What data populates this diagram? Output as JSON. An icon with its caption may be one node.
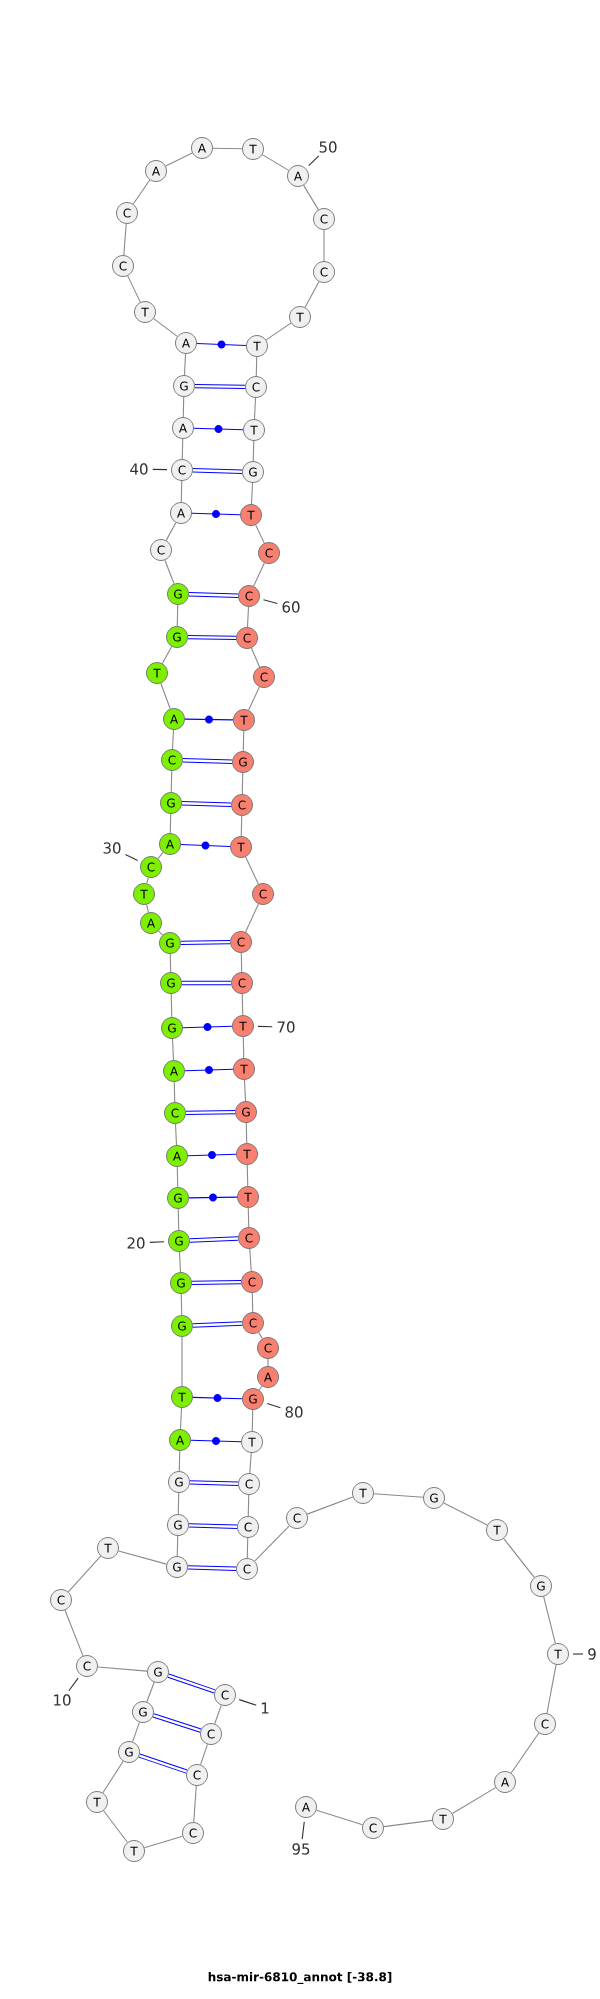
{
  "diagram": {
    "caption": "hsa-mir-6810_annot [-38.8]",
    "nodes": [
      {
        "text": [
          "C"
        ]
      },
      {
        "text": [
          "C"
        ]
      },
      {
        "text": [
          "C"
        ]
      },
      {
        "text": [
          "C"
        ]
      },
      {
        "text": [
          "T"
        ]
      },
      {
        "text": [
          "T"
        ]
      },
      {
        "text": [
          "G"
        ]
      },
      {
        "text": [
          "G"
        ]
      },
      {
        "text": [
          "G"
        ]
      },
      {
        "text": [
          "C"
        ]
      },
      {
        "text": [
          "C"
        ]
      },
      {
        "text": [
          "T"
        ]
      },
      {
        "text": [
          "G"
        ]
      },
      {
        "text": [
          "G"
        ]
      },
      {
        "text": [
          "G"
        ]
      },
      {
        "text": [
          "A"
        ]
      },
      {
        "text": [
          "T"
        ]
      },
      {
        "text": [
          "G"
        ]
      },
      {
        "text": [
          "G"
        ]
      },
      {
        "text": [
          "G"
        ]
      },
      {
        "text": [
          "G"
        ]
      },
      {
        "text": [
          "A"
        ]
      },
      {
        "text": [
          "C"
        ]
      },
      {
        "text": [
          "A"
        ]
      },
      {
        "text": [
          "G"
        ]
      },
      {
        "text": [
          "G"
        ]
      },
      {
        "text": [
          "G"
        ]
      },
      {
        "text": [
          "A"
        ]
      },
      {
        "text": [
          "T"
        ]
      },
      {
        "text": [
          "C"
        ]
      },
      {
        "text": [
          "A"
        ]
      },
      {
        "text": [
          "G"
        ]
      },
      {
        "text": [
          "C"
        ]
      },
      {
        "text": [
          "A"
        ]
      },
      {
        "text": [
          "T"
        ]
      },
      {
        "text": [
          "G"
        ]
      },
      {
        "text": [
          "G"
        ]
      },
      {
        "text": [
          "C"
        ]
      },
      {
        "text": [
          "A"
        ]
      },
      {
        "text": [
          "C"
        ]
      },
      {
        "text": [
          "A"
        ]
      },
      {
        "text": [
          "G"
        ]
      },
      {
        "text": [
          "A"
        ]
      },
      {
        "text": [
          "T"
        ]
      },
      {
        "text": [
          "C"
        ]
      },
      {
        "text": [
          "C"
        ]
      },
      {
        "text": [
          "A"
        ]
      },
      {
        "text": [
          "A"
        ]
      },
      {
        "text": [
          "T"
        ]
      },
      {
        "text": [
          "A"
        ]
      },
      {
        "text": [
          "C"
        ]
      },
      {
        "text": [
          "C"
        ]
      },
      {
        "text": [
          "T"
        ]
      },
      {
        "text": [
          "T"
        ]
      },
      {
        "text": [
          "C"
        ]
      },
      {
        "text": [
          "T"
        ]
      },
      {
        "text": [
          "G"
        ]
      },
      {
        "text": [
          "T"
        ]
      },
      {
        "text": [
          "C"
        ]
      },
      {
        "text": [
          "C"
        ]
      },
      {
        "text": [
          "C"
        ]
      },
      {
        "text": [
          "C"
        ]
      },
      {
        "text": [
          "T"
        ]
      },
      {
        "text": [
          "G"
        ]
      },
      {
        "text": [
          "C"
        ]
      },
      {
        "text": [
          "T"
        ]
      },
      {
        "text": [
          "C"
        ]
      },
      {
        "text": [
          "C"
        ]
      },
      {
        "text": [
          "C"
        ]
      },
      {
        "text": [
          "T"
        ]
      },
      {
        "text": [
          "T"
        ]
      },
      {
        "text": [
          "G"
        ]
      },
      {
        "text": [
          "T"
        ]
      },
      {
        "text": [
          "T"
        ]
      },
      {
        "text": [
          "C"
        ]
      },
      {
        "text": [
          "C"
        ]
      },
      {
        "text": [
          "C"
        ]
      },
      {
        "text": [
          "C"
        ]
      },
      {
        "text": [
          "A"
        ]
      },
      {
        "text": [
          "G"
        ]
      },
      {
        "text": [
          "T"
        ]
      },
      {
        "text": [
          "C"
        ]
      },
      {
        "text": [
          "C"
        ]
      },
      {
        "text": [
          "C"
        ]
      },
      {
        "text": [
          "C"
        ]
      },
      {
        "text": [
          "T"
        ]
      },
      {
        "text": [
          "G"
        ]
      },
      {
        "text": [
          "T"
        ]
      },
      {
        "text": [
          "G"
        ]
      },
      {
        "text": [
          "T"
        ]
      },
      {
        "text": [
          "C"
        ]
      },
      {
        "text": [
          "A"
        ]
      },
      {
        "text": [
          "T"
        ]
      },
      {
        "text": [
          "C"
        ]
      },
      {
        "text": [
          "A"
        ]
      },
      {
        "text": [
          "50"
        ]
      },
      {
        "text": [
          "40"
        ]
      },
      {
        "text": [
          "60"
        ]
      },
      {
        "text": [
          "30"
        ]
      },
      {
        "text": [
          "70"
        ]
      },
      {
        "text": [
          "20"
        ]
      },
      {
        "text": [
          "80"
        ]
      },
      {
        "text": [
          "10"
        ]
      },
      {
        "text": [
          "1"
        ]
      },
      {
        "text": [
          "9"
        ]
      },
      {
        "text": [
          "95"
        ]
      }
    ],
    "edges": [
      {
        "from": 0,
        "to": 1,
        "arrow": "none"
      },
      {
        "from": 1,
        "to": 2,
        "arrow": "none"
      },
      {
        "from": 2,
        "to": 3,
        "arrow": "none"
      },
      {
        "from": 3,
        "to": 4,
        "arrow": "none"
      },
      {
        "from": 4,
        "to": 5,
        "arrow": "none"
      },
      {
        "from": 5,
        "to": 6,
        "arrow": "none"
      },
      {
        "from": 6,
        "to": 7,
        "arrow": "none"
      },
      {
        "from": 7,
        "to": 8,
        "arrow": "none"
      },
      {
        "from": 8,
        "to": 9,
        "arrow": "none"
      },
      {
        "from": 9,
        "to": 10,
        "arrow": "none"
      },
      {
        "from": 10,
        "to": 11,
        "arrow": "none"
      },
      {
        "from": 11,
        "to": 12,
        "arrow": "none"
      },
      {
        "from": 12,
        "to": 13,
        "arrow": "none"
      },
      {
        "from": 13,
        "to": 14,
        "arrow": "none"
      },
      {
        "from": 14,
        "to": 15,
        "arrow": "none"
      },
      {
        "from": 15,
        "to": 16,
        "arrow": "none"
      },
      {
        "from": 16,
        "to": 17,
        "arrow": "none"
      },
      {
        "from": 17,
        "to": 18,
        "arrow": "none"
      },
      {
        "from": 18,
        "to": 19,
        "arrow": "none"
      },
      {
        "from": 19,
        "to": 20,
        "arrow": "none"
      },
      {
        "from": 20,
        "to": 21,
        "arrow": "none"
      },
      {
        "from": 21,
        "to": 22,
        "arrow": "none"
      },
      {
        "from": 22,
        "to": 23,
        "arrow": "none"
      },
      {
        "from": 23,
        "to": 24,
        "arrow": "none"
      },
      {
        "from": 24,
        "to": 25,
        "arrow": "none"
      },
      {
        "from": 25,
        "to": 26,
        "arrow": "none"
      },
      {
        "from": 26,
        "to": 27,
        "arrow": "none"
      },
      {
        "from": 27,
        "to": 28,
        "arrow": "none"
      },
      {
        "from": 28,
        "to": 29,
        "arrow": "none"
      },
      {
        "from": 29,
        "to": 30,
        "arrow": "none"
      },
      {
        "from": 30,
        "to": 31,
        "arrow": "none"
      },
      {
        "from": 31,
        "to": 32,
        "arrow": "none"
      },
      {
        "from": 32,
        "to": 33,
        "arrow": "none"
      },
      {
        "from": 33,
        "to": 34,
        "arrow": "none"
      },
      {
        "from": 34,
        "to": 35,
        "arrow": "none"
      },
      {
        "from": 35,
        "to": 36,
        "arrow": "none"
      },
      {
        "from": 36,
        "to": 37,
        "arrow": "none"
      },
      {
        "from": 37,
        "to": 38,
        "arrow": "none"
      },
      {
        "from": 38,
        "to": 39,
        "arrow": "none"
      },
      {
        "from": 39,
        "to": 40,
        "arrow": "none"
      },
      {
        "from": 40,
        "to": 41,
        "arrow": "none"
      },
      {
        "from": 41,
        "to": 42,
        "arrow": "none"
      },
      {
        "from": 42,
        "to": 43,
        "arrow": "none"
      },
      {
        "from": 43,
        "to": 44,
        "arrow": "none"
      },
      {
        "from": 44,
        "to": 45,
        "arrow": "none"
      },
      {
        "from": 45,
        "to": 46,
        "arrow": "none"
      },
      {
        "from": 46,
        "to": 47,
        "arrow": "none"
      },
      {
        "from": 47,
        "to": 48,
        "arrow": "none"
      },
      {
        "from": 48,
        "to": 49,
        "arrow": "none"
      },
      {
        "from": 49,
        "to": 50,
        "arrow": "none"
      },
      {
        "from": 50,
        "to": 51,
        "arrow": "none"
      },
      {
        "from": 51,
        "to": 52,
        "arrow": "none"
      },
      {
        "from": 52,
        "to": 53,
        "arrow": "none"
      },
      {
        "from": 53,
        "to": 54,
        "arrow": "none"
      },
      {
        "from": 54,
        "to": 55,
        "arrow": "none"
      },
      {
        "from": 55,
        "to": 56,
        "arrow": "none"
      },
      {
        "from": 56,
        "to": 57,
        "arrow": "none"
      },
      {
        "from": 57,
        "to": 58,
        "arrow": "none"
      },
      {
        "from": 58,
        "to": 59,
        "arrow": "none"
      },
      {
        "from": 59,
        "to": 60,
        "arrow": "none"
      },
      {
        "from": 60,
        "to": 61,
        "arrow": "none"
      },
      {
        "from": 61,
        "to": 62,
        "arrow": "none"
      },
      {
        "from": 62,
        "to": 63,
        "arrow": "none"
      },
      {
        "from": 63,
        "to": 64,
        "arrow": "none"
      },
      {
        "from": 64,
        "to": 65,
        "arrow": "none"
      },
      {
        "from": 65,
        "to": 66,
        "arrow": "none"
      },
      {
        "from": 66,
        "to": 67,
        "arrow": "none"
      },
      {
        "from": 67,
        "to": 68,
        "arrow": "none"
      },
      {
        "from": 68,
        "to": 69,
        "arrow": "none"
      },
      {
        "from": 69,
        "to": 70,
        "arrow": "none"
      },
      {
        "from": 70,
        "to": 71,
        "arrow": "none"
      },
      {
        "from": 71,
        "to": 72,
        "arrow": "none"
      },
      {
        "from": 72,
        "to": 73,
        "arrow": "none"
      },
      {
        "from": 73,
        "to": 74,
        "arrow": "none"
      },
      {
        "from": 74,
        "to": 75,
        "arrow": "none"
      },
      {
        "from": 75,
        "to": 76,
        "arrow": "none"
      },
      {
        "from": 76,
        "to": 77,
        "arrow": "none"
      },
      {
        "from": 77,
        "to": 78,
        "arrow": "none"
      },
      {
        "from": 78,
        "to": 79,
        "arrow": "none"
      },
      {
        "from": 79,
        "to": 80,
        "arrow": "none"
      },
      {
        "from": 80,
        "to": 81,
        "arrow": "none"
      },
      {
        "from": 81,
        "to": 82,
        "arrow": "none"
      },
      {
        "from": 82,
        "to": 83,
        "arrow": "none"
      },
      {
        "from": 83,
        "to": 84,
        "arrow": "none"
      },
      {
        "from": 84,
        "to": 85,
        "arrow": "none"
      },
      {
        "from": 85,
        "to": 86,
        "arrow": "none"
      },
      {
        "from": 86,
        "to": 87,
        "arrow": "none"
      },
      {
        "from": 87,
        "to": 88,
        "arrow": "none"
      },
      {
        "from": 88,
        "to": 89,
        "arrow": "none"
      },
      {
        "from": 89,
        "to": 90,
        "arrow": "none"
      },
      {
        "from": 90,
        "to": 91,
        "arrow": "none"
      },
      {
        "from": 91,
        "to": 92,
        "arrow": "none"
      },
      {
        "from": 92,
        "to": 93,
        "arrow": "none"
      },
      {
        "from": 93,
        "to": 94,
        "arrow": "none"
      },
      {
        "from": 0,
        "to": 8,
        "arrow": "none",
        "style": "thick",
        "color": "#0000ff"
      },
      {
        "from": 1,
        "to": 7,
        "arrow": "none",
        "style": "thick",
        "color": "#0000ff"
      },
      {
        "from": 2,
        "to": 6,
        "arrow": "none",
        "style": "thick",
        "color": "#0000ff"
      },
      {
        "from": 12,
        "to": 83,
        "arrow": "none",
        "style": "thick",
        "color": "#0000ff"
      },
      {
        "from": 13,
        "to": 82,
        "arrow": "none",
        "style": "thick",
        "color": "#0000ff"
      },
      {
        "from": 14,
        "to": 81,
        "arrow": "none",
        "style": "thick",
        "color": "#0000ff"
      },
      {
        "from": 15,
        "to": 80,
        "arrow": "none",
        "color": "#0000ff"
      },
      {
        "from": 16,
        "to": 79,
        "arrow": "none",
        "color": "#0000ff"
      },
      {
        "from": 17,
        "to": 76,
        "arrow": "none",
        "style": "thick",
        "color": "#0000ff"
      },
      {
        "from": 18,
        "to": 75,
        "arrow": "none",
        "style": "thick",
        "color": "#0000ff"
      },
      {
        "from": 19,
        "to": 74,
        "arrow": "none",
        "style": "thick",
        "color": "#0000ff"
      },
      {
        "from": 20,
        "to": 73,
        "arrow": "none",
        "color": "#0000ff"
      },
      {
        "from": 21,
        "to": 72,
        "arrow": "none",
        "color": "#0000ff"
      },
      {
        "from": 22,
        "to": 71,
        "arrow": "none",
        "style": "thick",
        "color": "#0000ff"
      },
      {
        "from": 23,
        "to": 70,
        "arrow": "none",
        "color": "#0000ff"
      },
      {
        "from": 24,
        "to": 69,
        "arrow": "none",
        "color": "#0000ff"
      },
      {
        "from": 25,
        "to": 68,
        "arrow": "none",
        "style": "thick",
        "color": "#0000ff"
      },
      {
        "from": 26,
        "to": 67,
        "arrow": "none",
        "style": "thick",
        "color": "#0000ff"
      },
      {
        "from": 30,
        "to": 65,
        "arrow": "none",
        "color": "#0000ff"
      },
      {
        "from": 31,
        "to": 64,
        "arrow": "none",
        "style": "thick",
        "color": "#0000ff"
      },
      {
        "from": 32,
        "to": 63,
        "arrow": "none",
        "style": "thick",
        "color": "#0000ff"
      },
      {
        "from": 33,
        "to": 62,
        "arrow": "none",
        "color": "#0000ff"
      },
      {
        "from": 35,
        "to": 60,
        "arrow": "none",
        "style": "thick",
        "color": "#0000ff"
      },
      {
        "from": 36,
        "to": 59,
        "arrow": "none",
        "style": "thick",
        "color": "#0000ff"
      },
      {
        "from": 38,
        "to": 57,
        "arrow": "none",
        "color": "#0000ff"
      },
      {
        "from": 39,
        "to": 56,
        "arrow": "none",
        "style": "thick",
        "color": "#0000ff"
      },
      {
        "from": 40,
        "to": 55,
        "arrow": "none",
        "color": "#0000ff"
      },
      {
        "from": 41,
        "to": 54,
        "arrow": "none",
        "style": "thick",
        "color": "#0000ff"
      },
      {
        "from": 42,
        "to": 53,
        "arrow": "none",
        "color": "#0000ff"
      },
      {
        "from": 95,
        "to": 49,
        "arrow": "none",
        "color": "#333333"
      },
      {
        "from": 96,
        "to": 39,
        "arrow": "none",
        "color": "#333333"
      },
      {
        "from": 97,
        "to": 59,
        "arrow": "none",
        "color": "#333333"
      },
      {
        "from": 98,
        "to": 29,
        "arrow": "none",
        "color": "#333333"
      },
      {
        "from": 99,
        "to": 69,
        "arrow": "none",
        "color": "#333333"
      },
      {
        "from": 100,
        "to": 19,
        "arrow": "none",
        "color": "#333333"
      },
      {
        "from": 101,
        "to": 79,
        "arrow": "none",
        "color": "#333333"
      },
      {
        "from": 102,
        "to": 9,
        "arrow": "none",
        "color": "#333333"
      },
      {
        "from": 103,
        "to": 0,
        "arrow": "none",
        "color": "#333333"
      },
      {
        "from": 104,
        "to": 89,
        "arrow": "none",
        "color": "#333333"
      },
      {
        "from": 105,
        "to": 94,
        "arrow": "none",
        "color": "#333333"
      }
    ]
  }
}
